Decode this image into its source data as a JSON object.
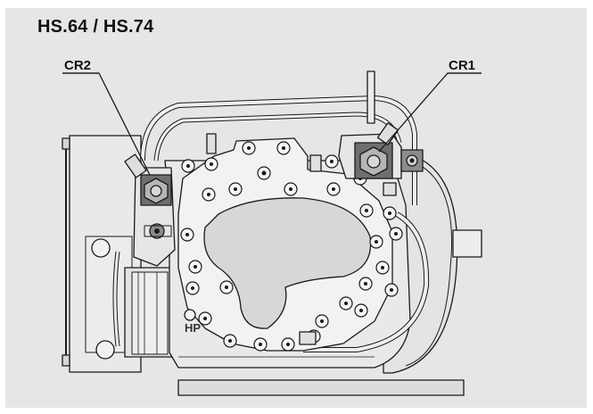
{
  "figure": {
    "title": "HS.64 / HS.74",
    "callouts": [
      {
        "id": "cr2",
        "text": "CR2"
      },
      {
        "id": "cr1",
        "text": "CR1"
      }
    ],
    "port_label": "HP",
    "colors": {
      "panel": "#e6e6e6",
      "body": "#e9e9e9",
      "body_light": "#f2f2f2",
      "window": "#d7d7d7",
      "line": "#1a1a1a",
      "valve_dark": "#6e6e6e"
    }
  }
}
